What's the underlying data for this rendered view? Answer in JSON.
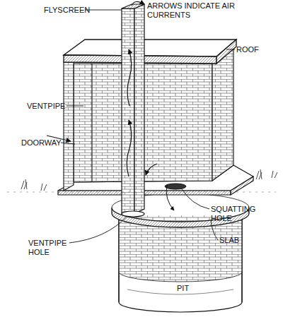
{
  "diagram": {
    "labels": [
      "FLYSCREEN",
      "ARROWS INDICATE AIR CURRENTS",
      "ROOF",
      "VENTPIPE",
      "DOORWAY",
      "SQUATTING HOLE",
      "SLAB",
      "VENTPIPE HOLE",
      "PIT"
    ]
  }
}
